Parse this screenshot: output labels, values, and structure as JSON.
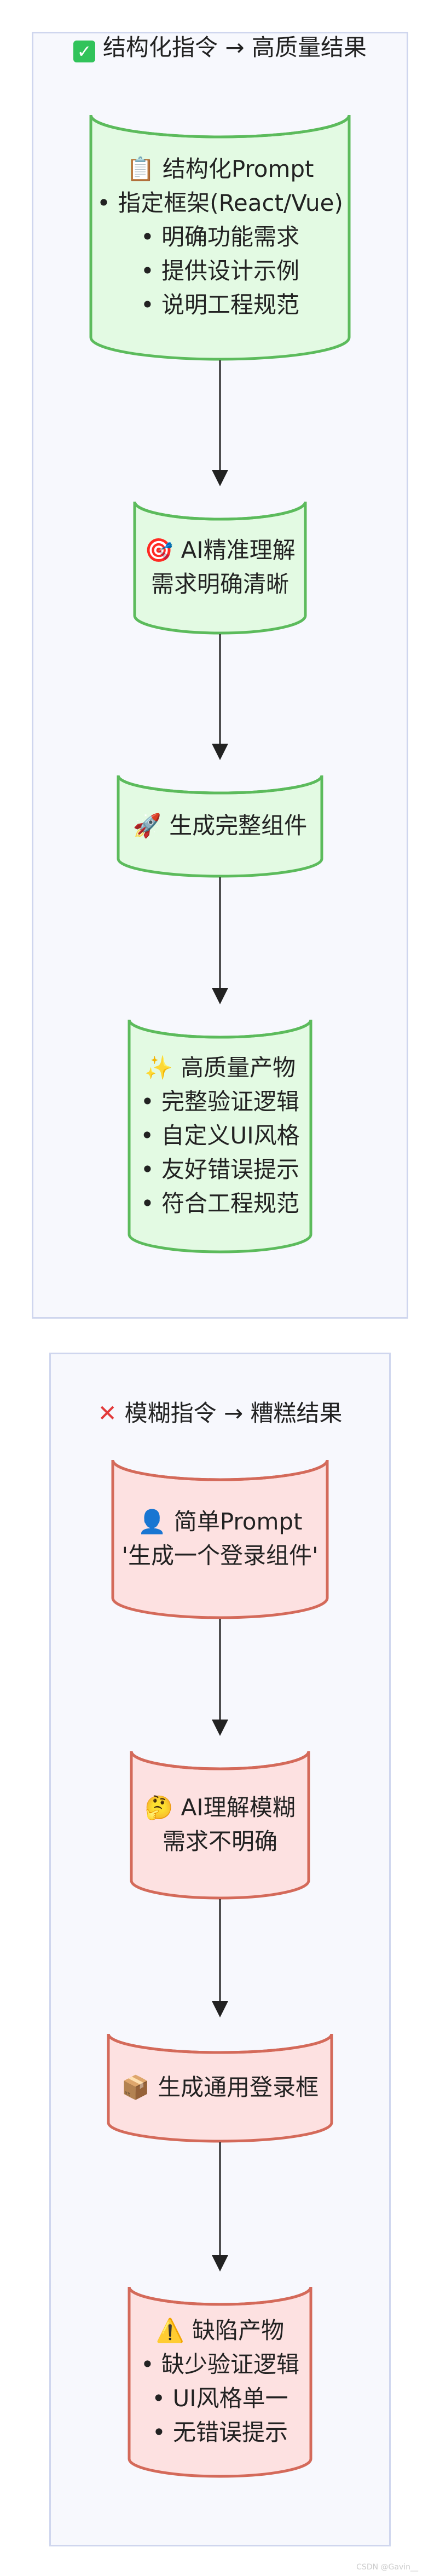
{
  "panels": [
    {
      "title": "结构化指令 → 高质量结果",
      "kind": "good",
      "nodes": [
        {
          "icon": "📋",
          "lines": [
            "结构化Prompt",
            "• 指定框架(React/Vue)",
            "• 明确功能需求",
            "• 提供设计示例",
            "• 说明工程规范"
          ]
        },
        {
          "icon": "🎯",
          "lines": [
            "AI精准理解",
            "需求明确清晰"
          ]
        },
        {
          "icon": "🚀",
          "lines": [
            "生成完整组件"
          ]
        },
        {
          "icon": "✨",
          "lines": [
            "高质量产物",
            "• 完整验证逻辑",
            "• 自定义UI风格",
            "• 友好错误提示",
            "• 符合工程规范"
          ]
        }
      ]
    },
    {
      "title": "模糊指令 → 糟糕结果",
      "kind": "bad",
      "nodes": [
        {
          "icon": "👤",
          "lines": [
            "简单Prompt",
            "'生成一个登录组件'"
          ]
        },
        {
          "icon": "🤔",
          "lines": [
            "AI理解模糊",
            "需求不明确"
          ]
        },
        {
          "icon": "📦",
          "lines": [
            "生成通用登录框"
          ]
        },
        {
          "icon": "⚠️",
          "lines": [
            "缺陷产物",
            "• 缺少验证逻辑",
            "• UI风格单一",
            "• 无错误提示"
          ]
        }
      ]
    }
  ],
  "colors": {
    "good_fill": "#e3fae3",
    "good_stroke": "#5cbb5c",
    "bad_fill": "#fde1e1",
    "bad_stroke": "#d46a5a",
    "arrow": "#222222",
    "panel_bg": "#f7f8fd",
    "panel_border": "#cfd6ee"
  },
  "footer": "CSDN @Gavin__"
}
